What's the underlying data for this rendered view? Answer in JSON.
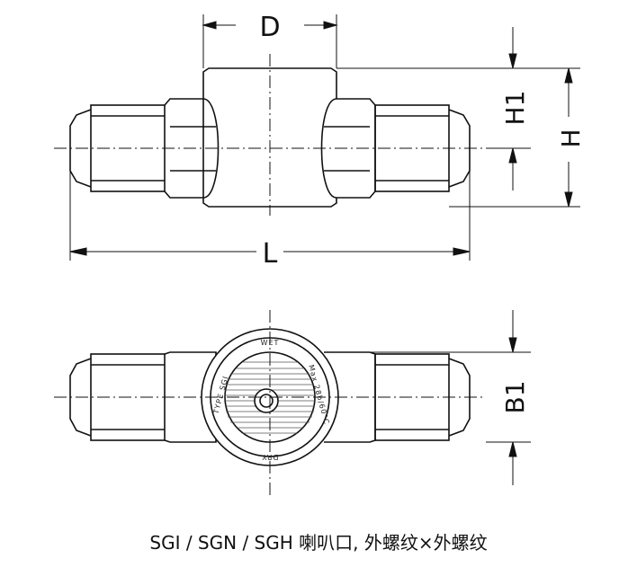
{
  "caption": "SGI / SGN / SGH 喇叭口, 外螺纹×外螺纹",
  "dimensions": {
    "d": "D",
    "l": "L",
    "h": "H",
    "h1": "H1",
    "b1": "B1"
  },
  "sight_glass": {
    "top_text": "WET",
    "bottom_text": "DRY",
    "left_text": "TYPE SGI",
    "right_text": "Max 28b/60°C"
  }
}
